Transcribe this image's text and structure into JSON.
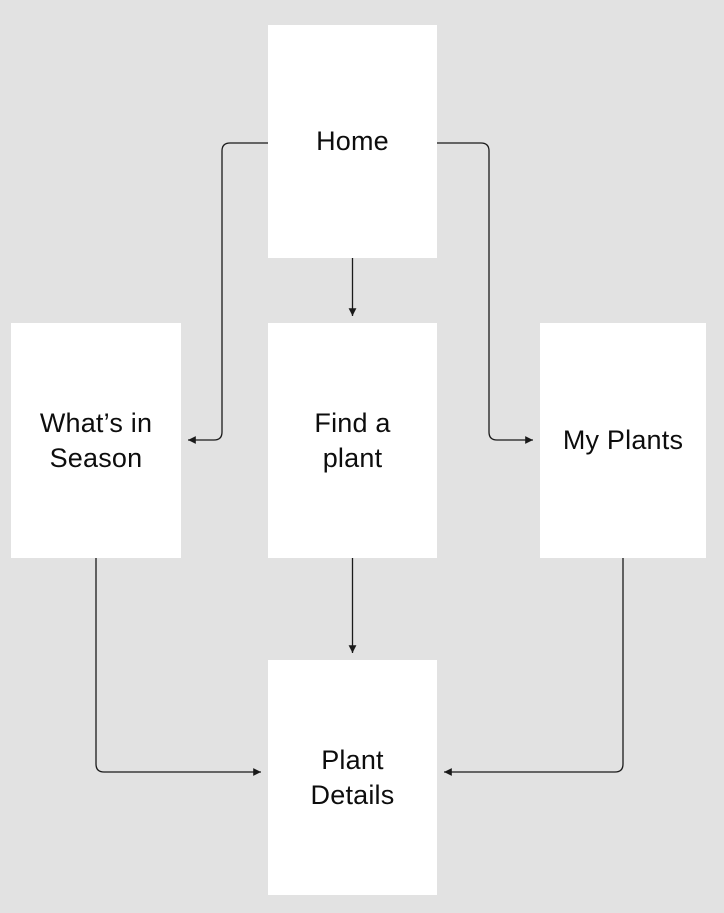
{
  "diagram": {
    "background_color": "#e2e2e2",
    "node_fill_color": "#ffffff",
    "connector_color": "#1a1a1a",
    "nodes": {
      "home": {
        "label": "Home"
      },
      "whats_in_season": {
        "label": "What’s in\nSeason"
      },
      "find_a_plant": {
        "label": "Find a\nplant"
      },
      "my_plants": {
        "label": "My Plants"
      },
      "plant_details": {
        "label": "Plant\nDetails"
      }
    },
    "edges": [
      {
        "from": "Home",
        "to": "Find a plant"
      },
      {
        "from": "Home",
        "to": "What’s in Season"
      },
      {
        "from": "Home",
        "to": "My Plants"
      },
      {
        "from": "Find a plant",
        "to": "Plant Details"
      },
      {
        "from": "What’s in Season",
        "to": "Plant Details"
      },
      {
        "from": "My Plants",
        "to": "Plant Details"
      }
    ]
  }
}
